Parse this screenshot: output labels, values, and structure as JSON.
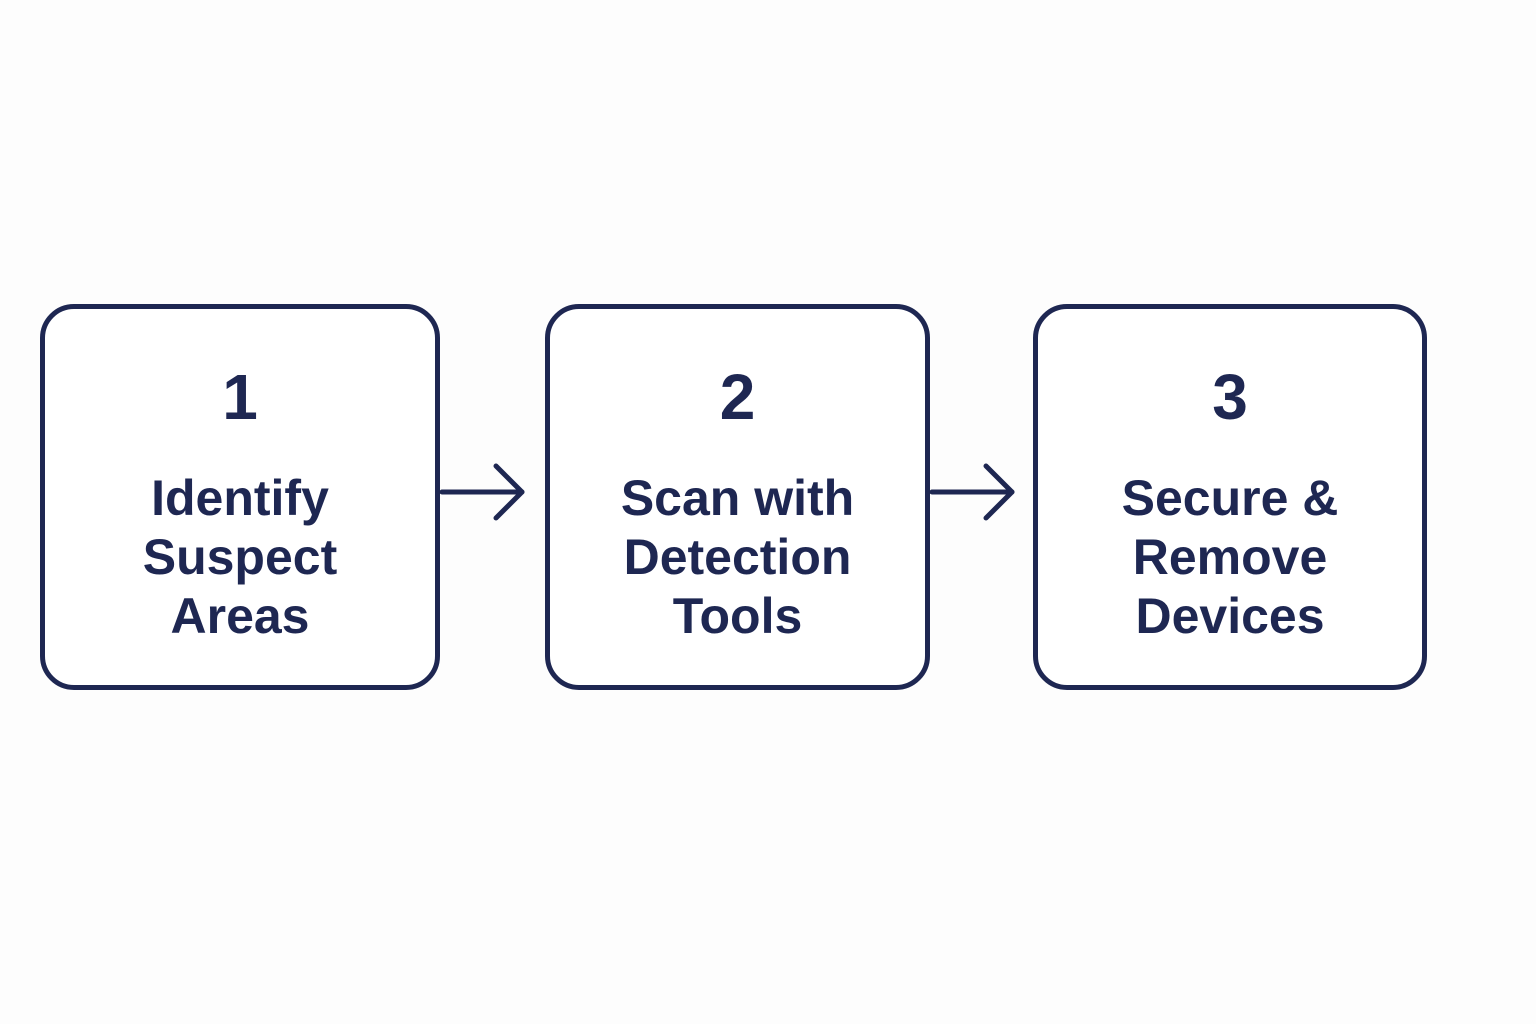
{
  "colors": {
    "stroke": "#1e2752",
    "text": "#1e2752",
    "background": "#fdfdfd",
    "box_fill": "#ffffff"
  },
  "steps": [
    {
      "number": "1",
      "label": "Identify\nSuspect\nAreas"
    },
    {
      "number": "2",
      "label": "Scan with\nDetection\nTools"
    },
    {
      "number": "3",
      "label": "Secure &\nRemove\nDevices"
    }
  ],
  "connectors": [
    {
      "from": "1",
      "to": "2",
      "icon": "arrow-right-icon"
    },
    {
      "from": "2",
      "to": "3",
      "icon": "arrow-right-icon"
    }
  ]
}
